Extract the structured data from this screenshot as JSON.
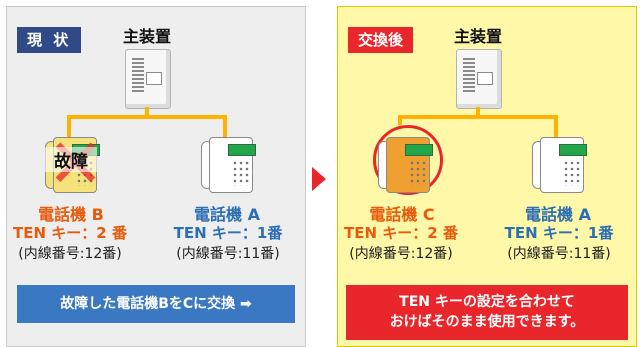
{
  "left": {
    "badge": "現 状",
    "main_title": "主装置",
    "broken_label": "故障",
    "phone_b": {
      "name": "電話機 B",
      "ten": "TEN キー：2 番",
      "ext": "(内線番号:12番)"
    },
    "phone_a": {
      "name": "電話機 A",
      "ten": "TEN キー：1番",
      "ext": "(内線番号:11番)"
    },
    "note": "故障した電話機BをCに交換 ➡"
  },
  "right": {
    "badge": "交換後",
    "main_title": "主装置",
    "phone_c": {
      "name": "電話機 C",
      "ten": "TEN キー：2 番",
      "ext": "(内線番号:12番)"
    },
    "phone_a": {
      "name": "電話機 A",
      "ten": "TEN キー：1番",
      "ext": "(内線番号:11番)"
    },
    "note_line1": "TEN キーの設定を合わせて",
    "note_line2": "おけばそのまま使用できます。"
  },
  "colors": {
    "red": "#e8262b",
    "orange_text": "#e95a0c",
    "blue_text": "#2d6fb5",
    "line": "#ffb300",
    "badge_blue": "#2f4a86",
    "note_blue": "#3a78c2"
  }
}
